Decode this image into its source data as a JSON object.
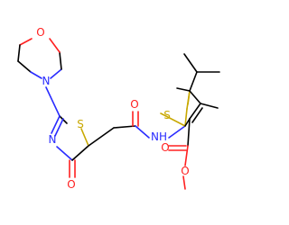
{
  "molecule": {
    "colors": {
      "bond": "#000000",
      "nitrogen": "#2a2cff",
      "oxygen": "#ff2020",
      "sulfur": "#c8a800"
    },
    "atoms": {
      "morpholine_o": "O",
      "morpholine_n": "N",
      "thiazole_n": "N",
      "thiazole_s": "S",
      "keto_o": "O",
      "amide_o": "O",
      "amide_nh": "NH",
      "thiophene_s": "S",
      "ester_carbonyl_o": "O",
      "ester_ether_o": "O"
    }
  }
}
